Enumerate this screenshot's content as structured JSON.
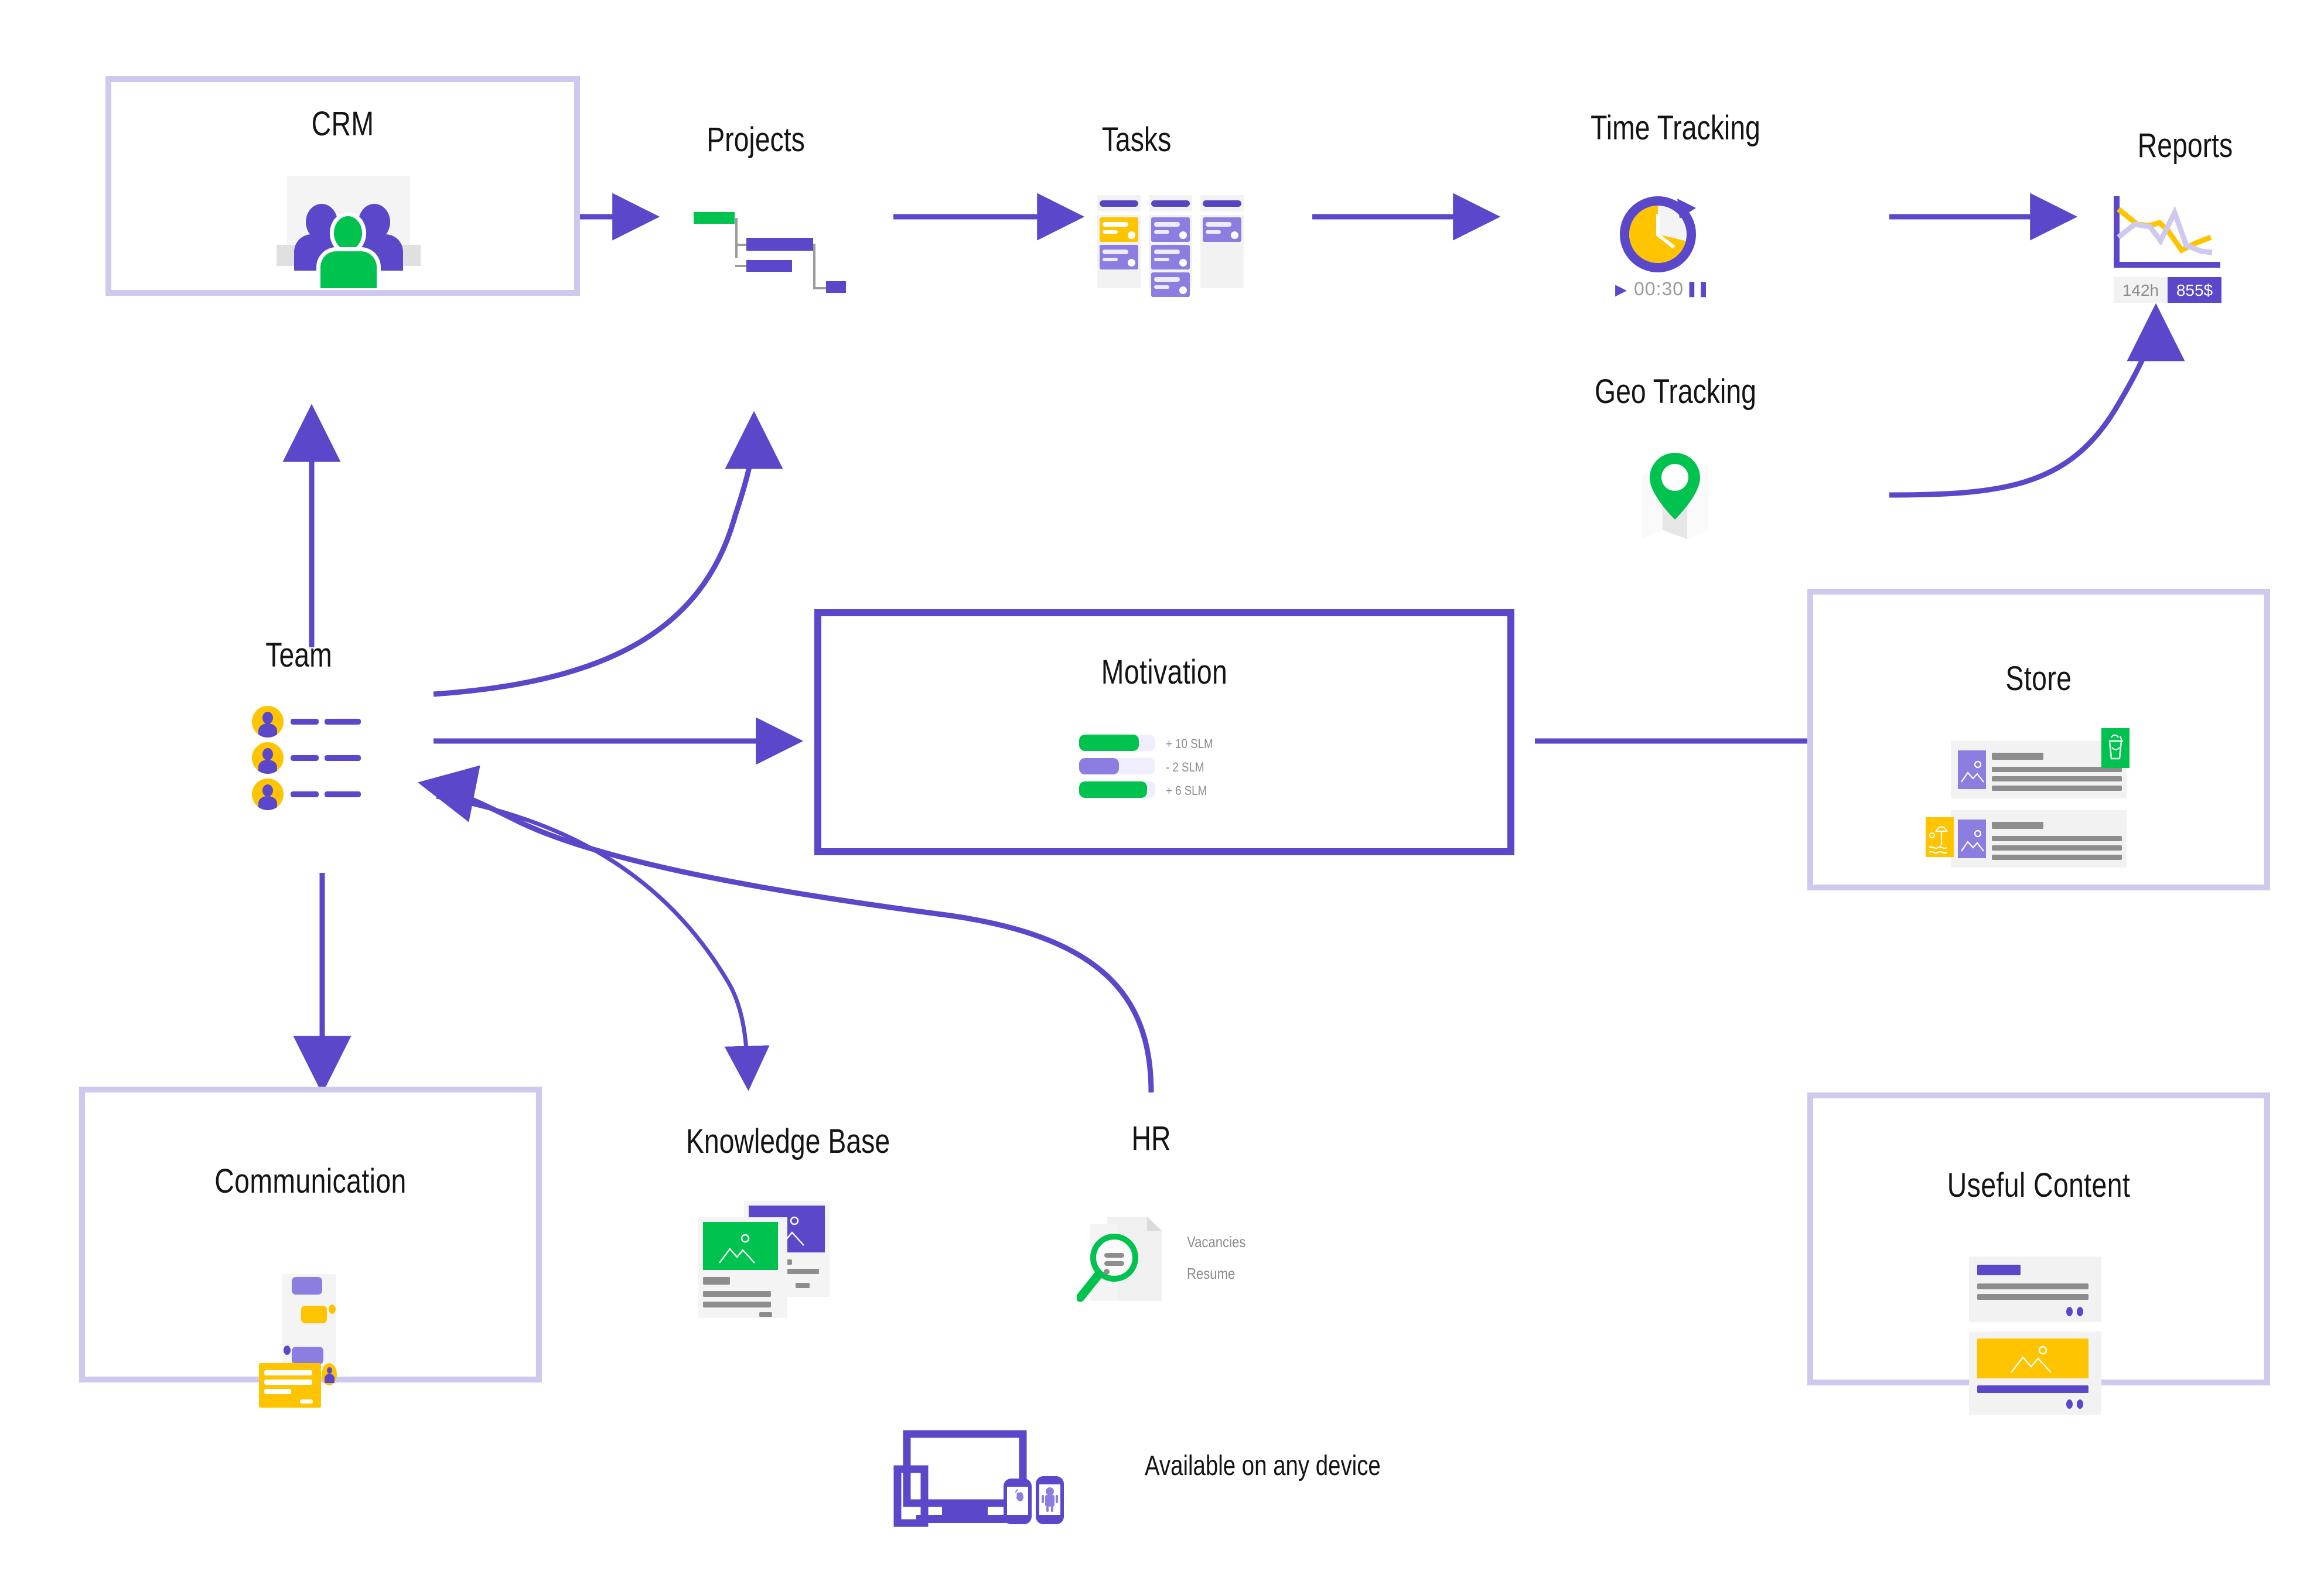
{
  "diagram": {
    "title_color": "#141414",
    "accent_purple": "#5B47C9",
    "accent_light_purple": "#8c7ee0",
    "accent_pale_purple": "#cfc9ee",
    "accent_green": "#00C24E",
    "accent_yellow": "#FFC400",
    "nodes": {
      "crm": {
        "label": "CRM",
        "icon": "people-group-icon"
      },
      "projects": {
        "label": "Projects",
        "icon": "gantt-chart-icon"
      },
      "tasks": {
        "label": "Tasks",
        "icon": "kanban-board-icon"
      },
      "time_tracking": {
        "label": "Time Tracking",
        "icon": "clock-timer-icon",
        "timer_value": "00:30",
        "play_glyph": "▶",
        "pause_glyph": "❚❚"
      },
      "reports": {
        "label": "Reports",
        "icon": "line-chart-icon",
        "hours_value": "142h",
        "money_value": "855$"
      },
      "geo_tracking": {
        "label": "Geo Tracking",
        "icon": "map-pin-icon"
      },
      "team": {
        "label": "Team",
        "icon": "team-list-icon",
        "members": 3
      },
      "motivation": {
        "label": "Motivation",
        "rows": [
          {
            "value": "+ 10 SLM",
            "fill": "#00C24E",
            "pct": 78
          },
          {
            "value": "- 2 SLM",
            "fill": "#8c7ee0",
            "pct": 52
          },
          {
            "value": "+ 6 SLM",
            "fill": "#00C24E",
            "pct": 88
          }
        ]
      },
      "store": {
        "label": "Store",
        "icon": "store-list-icon",
        "badges": [
          "drink-icon",
          "beach-umbrella-icon"
        ]
      },
      "communication": {
        "label": "Communication",
        "icon": "chat-bubbles-icon"
      },
      "knowledge_base": {
        "label": "Knowledge Base",
        "icon": "article-cards-icon"
      },
      "hr": {
        "label": "HR",
        "icon": "document-search-icon",
        "links": [
          "Vacancies",
          "Resume"
        ]
      },
      "useful_content": {
        "label": "Useful Content",
        "icon": "content-cards-icon"
      },
      "devices": {
        "label": "Available on any device",
        "icon": "devices-icon",
        "platforms": [
          "apple-icon",
          "android-icon"
        ]
      }
    },
    "flows": [
      {
        "from": "crm",
        "to": "projects"
      },
      {
        "from": "projects",
        "to": "tasks"
      },
      {
        "from": "tasks",
        "to": "time_tracking"
      },
      {
        "from": "time_tracking",
        "to": "reports"
      },
      {
        "from": "geo_tracking",
        "to": "reports"
      },
      {
        "from": "team",
        "to": "crm"
      },
      {
        "from": "team",
        "to": "projects"
      },
      {
        "from": "team",
        "to": "motivation"
      },
      {
        "from": "motivation",
        "to": "store"
      },
      {
        "from": "team",
        "to": "communication"
      },
      {
        "from": "team",
        "to": "knowledge_base"
      },
      {
        "from": "hr",
        "to": "team"
      }
    ]
  }
}
